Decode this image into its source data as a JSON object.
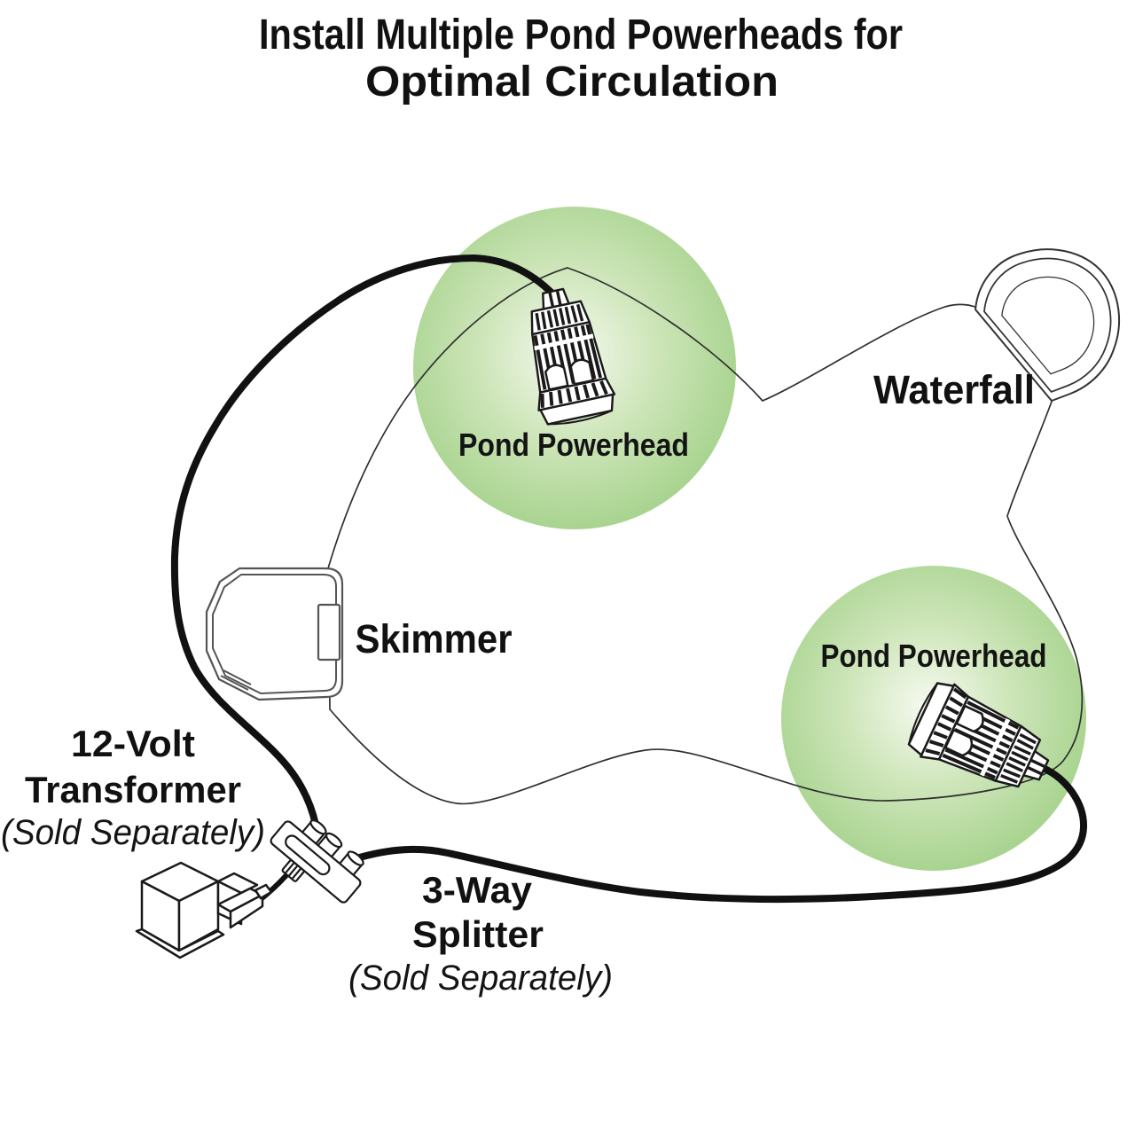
{
  "title": {
    "line1": "Install Multiple Pond Powerheads for",
    "line2": "Optimal Circulation"
  },
  "labels": {
    "powerhead1": "Pond Powerhead",
    "powerhead2": "Pond Powerhead",
    "waterfall": "Waterfall",
    "skimmer": "Skimmer",
    "transformer_line1": "12-Volt",
    "transformer_line2": "Transformer",
    "transformer_note": "(Sold Separately)",
    "splitter_line1": "3-Way",
    "splitter_line2": "Splitter",
    "splitter_note": "(Sold Separately)"
  },
  "colors": {
    "background": "#ffffff",
    "line_art": "#1a1a1a",
    "pond_outline": "#2f2f2f",
    "pond_green_center": "#f6faf0",
    "pond_green_mid": "#cfe6bb",
    "pond_green_edge": "#a3d189",
    "text": "#111111"
  }
}
